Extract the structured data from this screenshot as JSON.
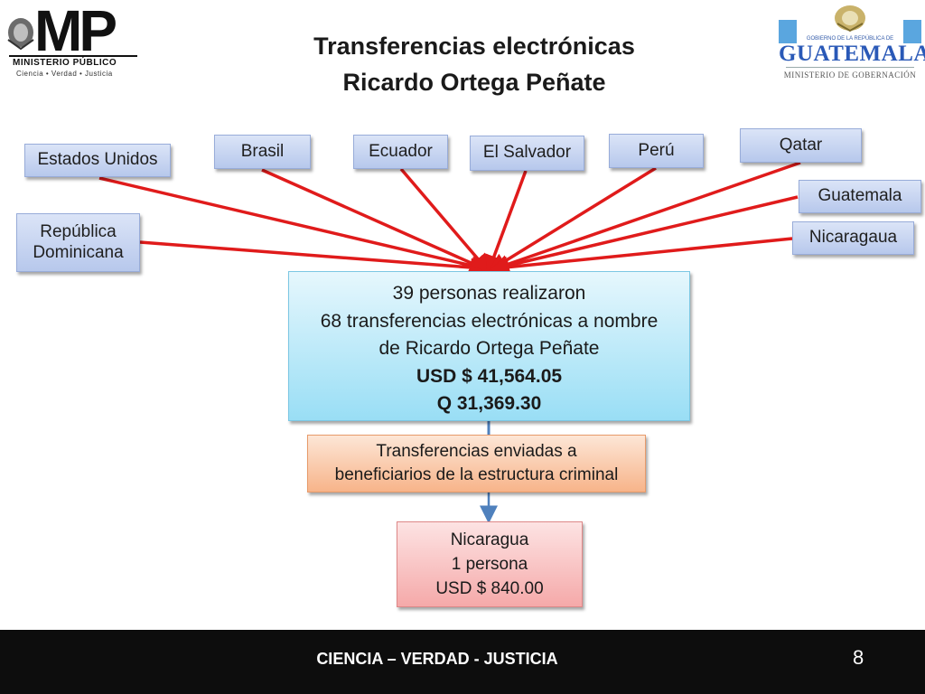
{
  "header": {
    "title_line1": "Transferencias electrónicas",
    "title_line2": "Ricardo Ortega Peñate"
  },
  "logo_left": {
    "letters": "MP",
    "name": "MINISTERIO PÚBLICO",
    "motto": "Ciencia  •  Verdad  •  Justicia"
  },
  "logo_right": {
    "top": "GOBIERNO DE LA REPÚBLICA DE",
    "main": "GUATEMALA",
    "sub": "MINISTERIO DE GOBERNACIÓN"
  },
  "countries": [
    {
      "id": "estados-unidos",
      "label": "Estados Unidos"
    },
    {
      "id": "brasil",
      "label": "Brasil"
    },
    {
      "id": "ecuador",
      "label": "Ecuador"
    },
    {
      "id": "el-salvador",
      "label": "El Salvador"
    },
    {
      "id": "peru",
      "label": "Perú"
    },
    {
      "id": "qatar",
      "label": "Qatar"
    },
    {
      "id": "guatemala",
      "label": "Guatemala"
    },
    {
      "id": "republica-dominicana",
      "label": "República Dominicana"
    },
    {
      "id": "nicaragaua",
      "label": "Nicaragaua"
    }
  ],
  "central": {
    "line1": "39 personas realizaron",
    "line2": "68 transferencias electrónicas a nombre",
    "line3": "de Ricardo Ortega Peñate",
    "usd": "USD $ 41,564.05",
    "q": "Q 31,369.30"
  },
  "sent": {
    "line1": "Transferencias enviadas a",
    "line2": "beneficiarios de la estructura criminal"
  },
  "destination": {
    "country": "Nicaragua",
    "persons": "1 persona",
    "amount": "USD $ 840.00"
  },
  "footer": {
    "motto": "CIENCIA – VERDAD - JUSTICIA",
    "page": "8"
  },
  "colors": {
    "arrow_red": "#e01b1b",
    "arrow_blue": "#4f81bd"
  }
}
